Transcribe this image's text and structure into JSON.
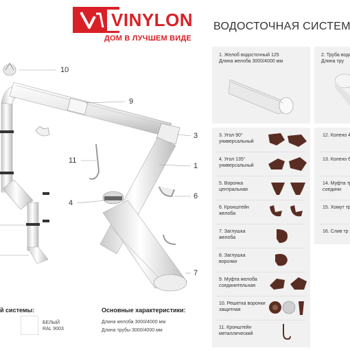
{
  "brand": {
    "name": "VINYLON",
    "tagline": "ДОМ В ЛУЧШЕМ ВИДЕ",
    "color": "#d92027"
  },
  "heading": "ВОДОСТОЧНАЯ СИСТЕМА",
  "diagram": {
    "callouts": [
      "10",
      "9",
      "3",
      "1",
      "11",
      "6",
      "4",
      "7"
    ]
  },
  "cards": [
    {
      "title_line1": "1. Желоб водосточный 125",
      "title_line2": "Длина желоба 3000/4000 мм"
    },
    {
      "title_line1": "2. Труба водо",
      "title_line2": "Длина тру"
    }
  ],
  "parts_a": [
    {
      "label": "3.  Угол 90°\nуниверсальный",
      "icon": "corner-90-icon"
    },
    {
      "label": "4.  Угол 135°\nуниверсальный",
      "icon": "corner-135-icon"
    },
    {
      "label": "5.  Воронка\nцентральная",
      "icon": "funnel-icon"
    },
    {
      "label": "6.  Кронштейн\nжелоба",
      "icon": "gutter-bracket-icon"
    },
    {
      "label": "7.  Заглушка\nжелоба",
      "icon": "gutter-cap-icon"
    },
    {
      "label": "8.  Заглушка\nворонки",
      "icon": "funnel-cap-icon"
    },
    {
      "label": "9.  Муфта желоба\nсоединительная",
      "icon": "gutter-coupling-icon"
    },
    {
      "label": "10. Решетка воронки\nзащитная",
      "icon": "funnel-grate-icon"
    },
    {
      "label": "11. Кронштейн\nметаллический",
      "icon": "metal-bracket-icon"
    }
  ],
  "parts_b": [
    {
      "label": "12. Колено 4"
    },
    {
      "label": "13. Колено 6"
    },
    {
      "label": "14. Муфта тр\nсоедини"
    },
    {
      "label": "15. Хомут тр"
    },
    {
      "label": "16. Слив тр"
    }
  ],
  "info": {
    "colors_title": "й системы:",
    "color_name": "БЕЛЫЙ",
    "color_code": "RAL 9003",
    "swatch_color": "#ffffff",
    "specs_title": "Основные характеристики:",
    "spec_gutter": "Длина желоба 3000/4000 мм",
    "spec_pipe": "Длина трубы 3000/4000 мм"
  },
  "colors": {
    "part_brown": "#5a2d22",
    "panel": "#f1f1f1",
    "pipe_white": "#f4f4f4"
  }
}
